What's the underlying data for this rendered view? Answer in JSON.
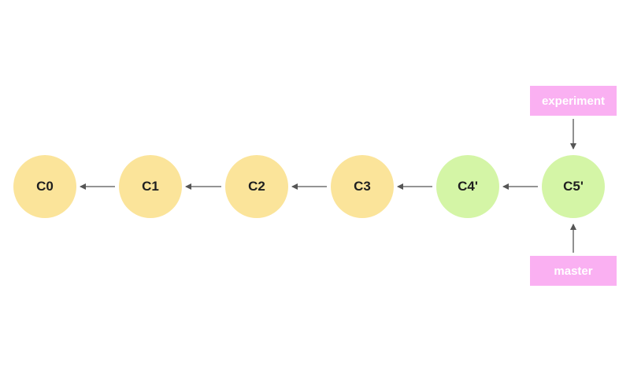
{
  "commits": [
    {
      "id": "C0",
      "label": "C0",
      "color": "#fbe49a"
    },
    {
      "id": "C1",
      "label": "C1",
      "color": "#fbe49a"
    },
    {
      "id": "C2",
      "label": "C2",
      "color": "#fbe49a"
    },
    {
      "id": "C3",
      "label": "C3",
      "color": "#fbe49a"
    },
    {
      "id": "C4p",
      "label": "C4'",
      "color": "#d4f5a6"
    },
    {
      "id": "C5p",
      "label": "C5'",
      "color": "#d4f5a6"
    }
  ],
  "branches": {
    "experiment": {
      "label": "experiment",
      "color": "#fab0f2"
    },
    "master": {
      "label": "master",
      "color": "#fab0f2"
    }
  },
  "colors": {
    "arrow": "#555555",
    "text": "#1f1f1f",
    "branch_text": "#ffffff"
  }
}
